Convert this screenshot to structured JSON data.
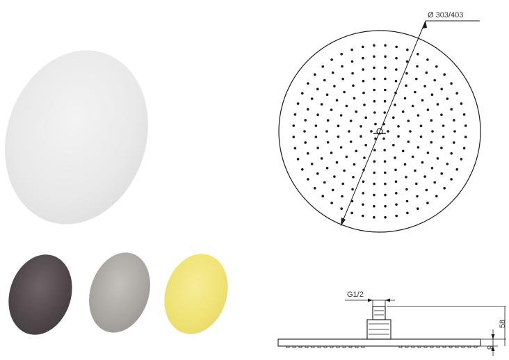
{
  "drawing": {
    "diameter_label": "Ø 303/403",
    "connection_label": "G1/2",
    "height_label": "58",
    "thickness_label": "8"
  },
  "colors": {
    "line": "#1a1a1a",
    "product_white": "#e9e9e9",
    "finish_gunmetal": "#4f4649",
    "finish_brushed": "#a9a5a0",
    "finish_gold": "#efe274"
  }
}
